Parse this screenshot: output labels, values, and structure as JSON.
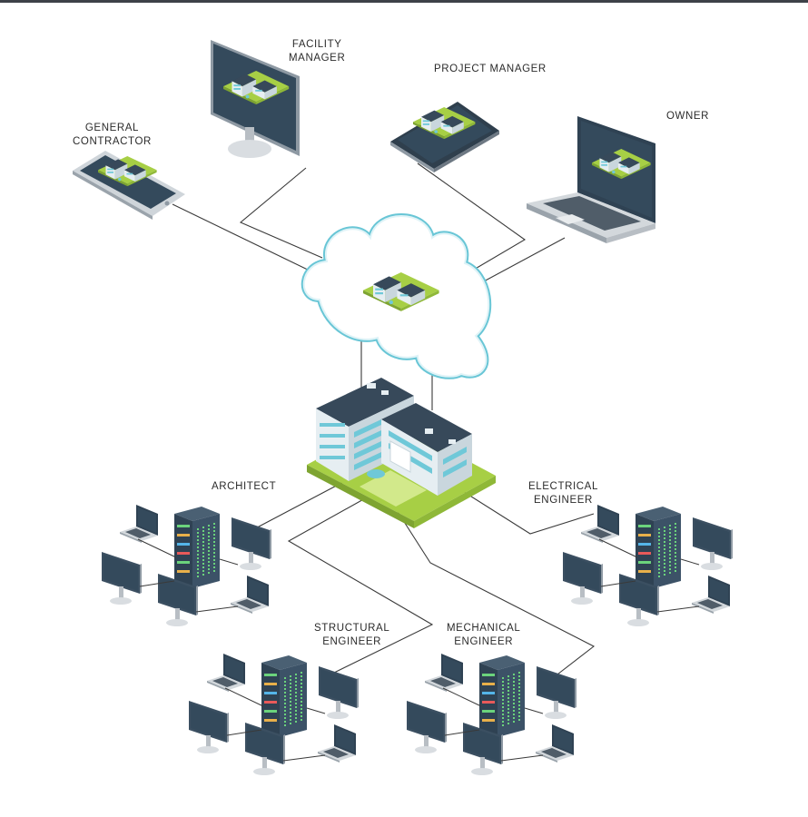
{
  "labels": {
    "facility_manager": [
      "FACILITY",
      "MANAGER"
    ],
    "project_manager": [
      "PROJECT MANAGER"
    ],
    "general_contractor": [
      "GENERAL",
      "CONTRACTOR"
    ],
    "owner": [
      "OWNER"
    ],
    "architect": [
      "ARCHITECT"
    ],
    "electrical_engineer": [
      "ELECTRICAL",
      "ENGINEER"
    ],
    "structural_engineer": [
      "STRUCTURAL",
      "ENGINEER"
    ],
    "mechanical_engineer": [
      "MECHANICAL",
      "ENGINEER"
    ]
  },
  "colors": {
    "dark_navy": "#344a5c",
    "roof": "#37495a",
    "wall": "#e6eef2",
    "glass": "#6fc8d8",
    "lawn": "#a7cf45",
    "lawn_side": "#7ea431",
    "cloud_outline": "#69c6d6",
    "line": "#3a3a3a",
    "device_frame": "#b8bec4",
    "led_green": "#6bd37c"
  }
}
